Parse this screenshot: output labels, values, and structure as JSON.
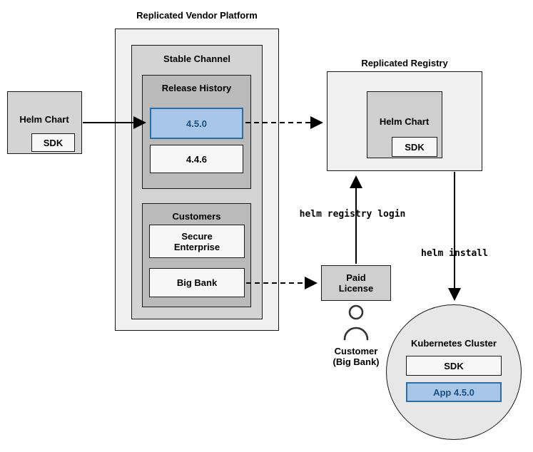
{
  "colors": {
    "highlight_fill": "#a8c7e8",
    "highlight_border": "#2e6da4",
    "highlight_text": "#1c4e80",
    "panel_light_gray": "#f0f0f0",
    "panel_mid_gray": "#d4d4d4",
    "panel_dark_gray": "#bababa",
    "border_dark": "#1a1a1a"
  },
  "vendor_platform": {
    "title": "Replicated Vendor Platform",
    "stable_channel": {
      "title": "Stable Channel",
      "release_history": {
        "title": "Release History",
        "versions": [
          {
            "label": "4.5.0",
            "highlighted": true
          },
          {
            "label": "4.4.6",
            "highlighted": false
          }
        ]
      },
      "customers": {
        "title": "Customers",
        "items": [
          {
            "label": "Secure\nEnterprise"
          },
          {
            "label": "Big Bank"
          }
        ]
      }
    }
  },
  "source_chart": {
    "label": "Helm Chart",
    "sdk": "SDK"
  },
  "registry": {
    "title": "Replicated Registry",
    "chart": {
      "label": "Helm Chart",
      "sdk": "SDK"
    }
  },
  "license": {
    "label": "Paid\nLicense"
  },
  "customer": {
    "label": "Customer\n(Big Bank)"
  },
  "commands": {
    "login": "helm registry login",
    "install": "helm install"
  },
  "cluster": {
    "title": "Kubernetes Cluster",
    "sdk": "SDK",
    "app": "App 4.5.0"
  }
}
